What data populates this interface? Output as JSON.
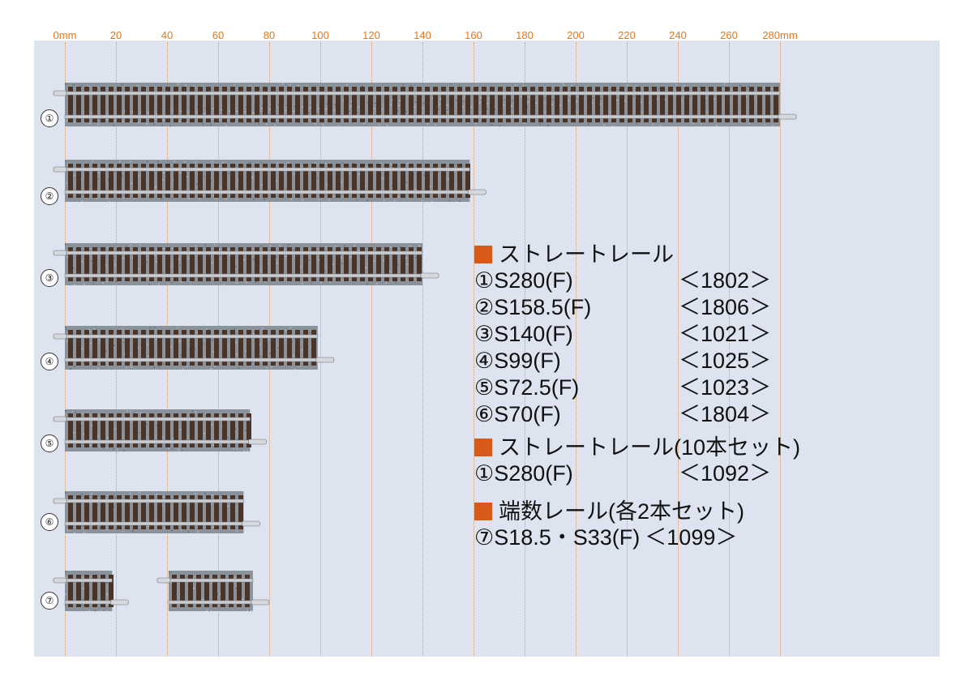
{
  "ruler": {
    "labels": [
      "0mm",
      "20",
      "40",
      "60",
      "80",
      "100",
      "120",
      "140",
      "160",
      "180",
      "200",
      "220",
      "240",
      "260",
      "280mm"
    ]
  },
  "rails": [
    {
      "num": "①",
      "length_mm": 280
    },
    {
      "num": "②",
      "length_mm": 158.5
    },
    {
      "num": "③",
      "length_mm": 140
    },
    {
      "num": "④",
      "length_mm": 99
    },
    {
      "num": "⑤",
      "length_mm": 72.5
    },
    {
      "num": "⑥",
      "length_mm": 70
    },
    {
      "num": "⑦",
      "length_mm": 18.5
    },
    {
      "num": "⑦",
      "length_mm": 33
    }
  ],
  "legend": {
    "section1": {
      "title": "ストレートレール",
      "items": [
        {
          "name": "①S280(F)",
          "code": "＜1802＞"
        },
        {
          "name": "②S158.5(F)",
          "code": "＜1806＞"
        },
        {
          "name": "③S140(F)",
          "code": "＜1021＞"
        },
        {
          "name": "④S99(F)",
          "code": "＜1025＞"
        },
        {
          "name": "⑤S72.5(F)",
          "code": "＜1023＞"
        },
        {
          "name": "⑥S70(F)",
          "code": "＜1804＞"
        }
      ]
    },
    "section2": {
      "title": "ストレートレール(10本セット)",
      "items": [
        {
          "name": "①S280(F)",
          "code": "＜1092＞"
        }
      ]
    },
    "section3": {
      "title": "端数レール(各2本セット)",
      "items": [
        {
          "name": "⑦S18.5・S33(F)",
          "code": "＜1099＞"
        }
      ]
    }
  },
  "colors": {
    "background_panel": "#dde4ef",
    "ruler": "#e0781e",
    "legend_square": "#d95a18",
    "ballast": "#8a939c",
    "sleeper": "#4a3428",
    "rail_metal": "#c9ccd1"
  }
}
